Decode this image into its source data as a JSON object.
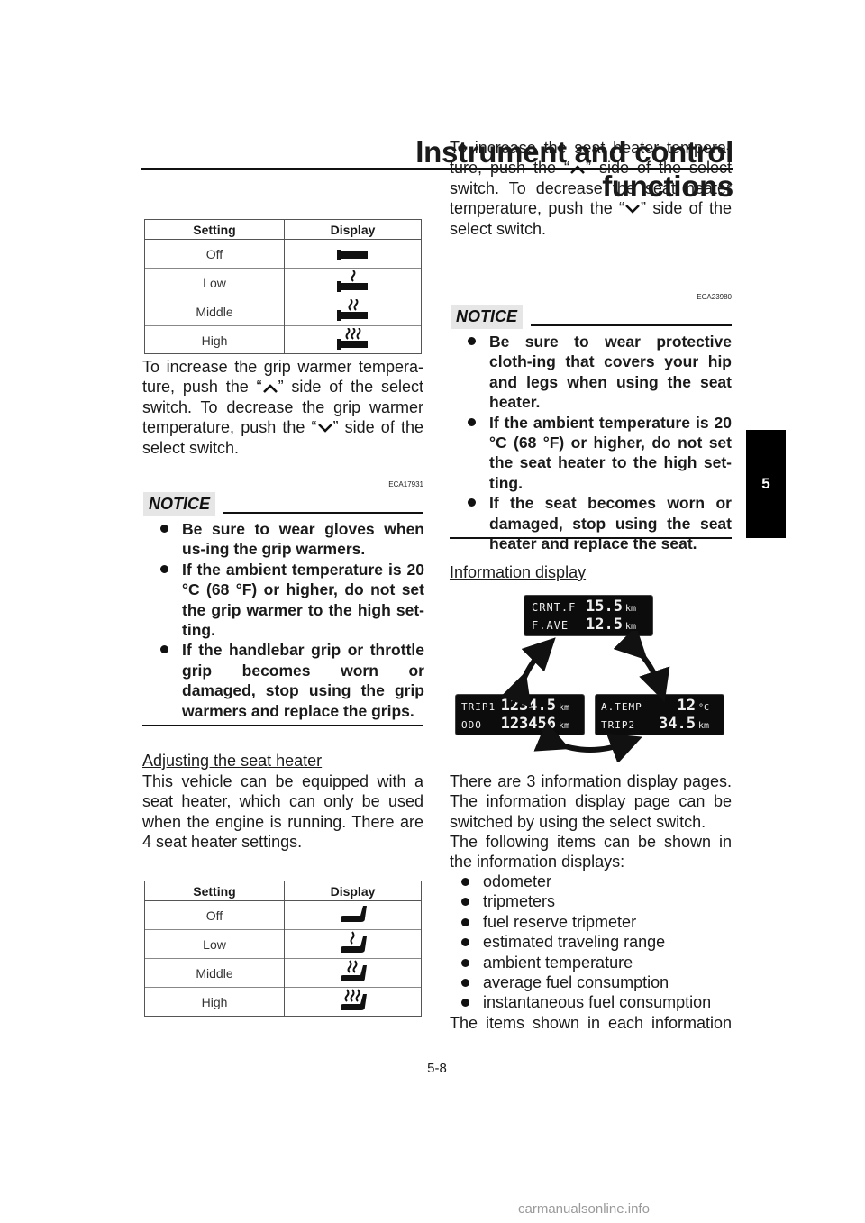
{
  "header": {
    "title": "Instrument and control functions",
    "section_tab": "5"
  },
  "grip_table": {
    "headers": [
      "Setting",
      "Display"
    ],
    "rows": [
      {
        "setting": "Off",
        "icon": "grip-heater-off-icon"
      },
      {
        "setting": "Low",
        "icon": "grip-heater-low-icon"
      },
      {
        "setting": "Middle",
        "icon": "grip-heater-middle-icon"
      },
      {
        "setting": "High",
        "icon": "grip-heater-high-icon"
      }
    ]
  },
  "grip_text": {
    "p1": "To increase the grip warmer tempera-ture, push the “",
    "p2": "” side of the select switch. To decrease the grip warmer temperature, push the “",
    "p3": "” side of the select switch."
  },
  "grip_notice": {
    "badge": "NOTICE",
    "code": "ECA17931",
    "items": [
      "Be sure to wear gloves when us-ing the grip warmers.",
      "If the ambient temperature is 20 °C (68 °F) or higher, do not set the grip warmer to the high set-ting.",
      "If the handlebar grip or throttle grip becomes worn or damaged, stop using the grip warmers and replace the grips."
    ]
  },
  "seat": {
    "heading": "Adjusting the seat heater",
    "body": "This vehicle can be equipped with a seat heater, which can only be used when the engine is running. There are 4 seat heater settings."
  },
  "seat_table": {
    "headers": [
      "Setting",
      "Display"
    ],
    "rows": [
      {
        "setting": "Off",
        "icon": "seat-heater-off-icon"
      },
      {
        "setting": "Low",
        "icon": "seat-heater-low-icon"
      },
      {
        "setting": "Middle",
        "icon": "seat-heater-middle-icon"
      },
      {
        "setting": "High",
        "icon": "seat-heater-high-icon"
      }
    ]
  },
  "seat_text": {
    "p1": "To increase the seat heater tempera-ture, push the “",
    "p2": "” side of the select switch. To decrease the seat heater temperature, push the “",
    "p3": "” side of the select switch."
  },
  "seat_notice": {
    "badge": "NOTICE",
    "code": "ECA23980",
    "items": [
      "Be sure to wear protective cloth-ing that covers your hip and legs when using the seat heater.",
      "If the ambient temperature is 20 °C (68 °F) or higher, do not set the seat heater to the high set-ting.",
      "If the seat becomes worn or damaged, stop using the seat heater and replace the seat."
    ]
  },
  "info": {
    "heading": "Information display",
    "displays": {
      "top": {
        "r1": {
          "label": "CRNT.F",
          "value": "15.5",
          "unit": "km"
        },
        "r2": {
          "label": "F.AVE",
          "value": "12.5",
          "unit": "km"
        }
      },
      "left": {
        "r1": {
          "label": "TRIP1",
          "value": "1234.5",
          "unit": "km"
        },
        "r2": {
          "label": "ODO",
          "value": "123456",
          "unit": "km"
        }
      },
      "right": {
        "r1": {
          "label": "A.TEMP",
          "value": "12",
          "unit": "°C"
        },
        "r2": {
          "label": "TRIP2",
          "value": "34.5",
          "unit": "km"
        }
      }
    },
    "body1": "There are 3 information display pages. The information display page can be switched by using the select switch.",
    "body2": "The following items can be shown in the information displays:",
    "items": [
      "odometer",
      "tripmeters",
      "fuel reserve tripmeter",
      "estimated traveling range",
      "ambient temperature",
      "average fuel consumption",
      "instantaneous fuel consumption"
    ],
    "body3": "The items shown in each information"
  },
  "footer": {
    "page": "5-8",
    "watermark": "carmanualsonline.info"
  }
}
